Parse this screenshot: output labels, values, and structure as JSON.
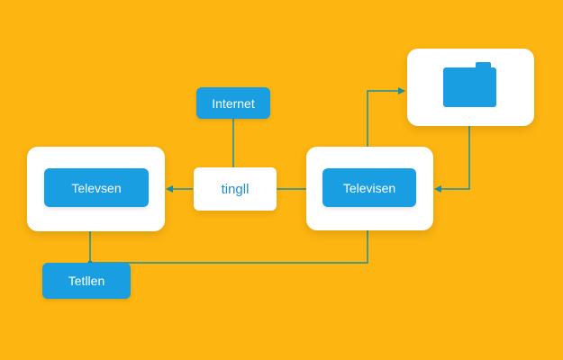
{
  "diagram": {
    "nodes": {
      "internet": {
        "label": "Internet"
      },
      "hub": {
        "label": "tingll"
      },
      "television_left": {
        "label": "Televsen"
      },
      "television_right": {
        "label": "Televisen"
      },
      "tetlen": {
        "label": "Tetllen"
      },
      "folder": {
        "icon": "folder-icon"
      }
    },
    "edges": [
      {
        "from": "internet",
        "to": "hub"
      },
      {
        "from": "hub",
        "to": "television_left",
        "arrow": "end"
      },
      {
        "from": "hub",
        "to": "television_right"
      },
      {
        "from": "television_right",
        "to": "folder",
        "arrow": "end"
      },
      {
        "from": "folder",
        "to": "television_right",
        "arrow": "end"
      },
      {
        "from": "television_left",
        "to": "tetlen"
      },
      {
        "from": "tetlen",
        "to": "television_right"
      }
    ],
    "colors": {
      "background": "#FDB511",
      "accent": "#1A9EE2",
      "connector": "#1A8FA8",
      "card": "#FFFFFF"
    }
  }
}
